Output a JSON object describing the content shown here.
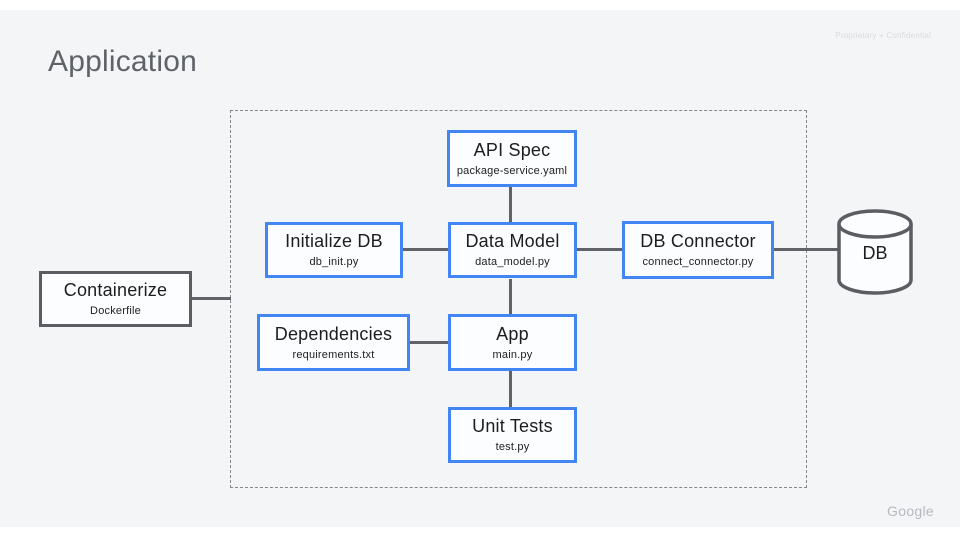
{
  "slide": {
    "title": "Application",
    "watermark": "Proprietary + Confidential",
    "brand": "Google"
  },
  "diagram": {
    "boundary": "application-dashed-container",
    "nodes": {
      "api_spec": {
        "title": "API Spec",
        "subtitle": "package-service.yaml",
        "style": "blue"
      },
      "initialize_db": {
        "title": "Initialize DB",
        "subtitle": "db_init.py",
        "style": "blue"
      },
      "data_model": {
        "title": "Data Model",
        "subtitle": "data_model.py",
        "style": "blue"
      },
      "db_connector": {
        "title": "DB Connector",
        "subtitle": "connect_connector.py",
        "style": "blue"
      },
      "dependencies": {
        "title": "Dependencies",
        "subtitle": "requirements.txt",
        "style": "blue"
      },
      "app": {
        "title": "App",
        "subtitle": "main.py",
        "style": "blue"
      },
      "unit_tests": {
        "title": "Unit Tests",
        "subtitle": "test.py",
        "style": "blue"
      },
      "containerize": {
        "title": "Containerize",
        "subtitle": "Dockerfile",
        "style": "gray"
      },
      "db": {
        "title": "DB",
        "style": "cylinder"
      }
    },
    "edges": [
      {
        "from": "api_spec",
        "to": "data_model"
      },
      {
        "from": "initialize_db",
        "to": "data_model"
      },
      {
        "from": "data_model",
        "to": "db_connector"
      },
      {
        "from": "db_connector",
        "to": "db"
      },
      {
        "from": "data_model",
        "to": "app"
      },
      {
        "from": "dependencies",
        "to": "app"
      },
      {
        "from": "app",
        "to": "unit_tests"
      },
      {
        "from": "containerize",
        "to": "boundary"
      }
    ],
    "colors": {
      "accent_blue": "#4285f4",
      "shape_gray": "#5a5d61",
      "connector_gray": "#5f6368",
      "boundary_dash": "#84878c",
      "panel_bg": "#f3f5f7",
      "node_fill": "#fcfdfe",
      "title_gray": "#5f6368"
    }
  }
}
